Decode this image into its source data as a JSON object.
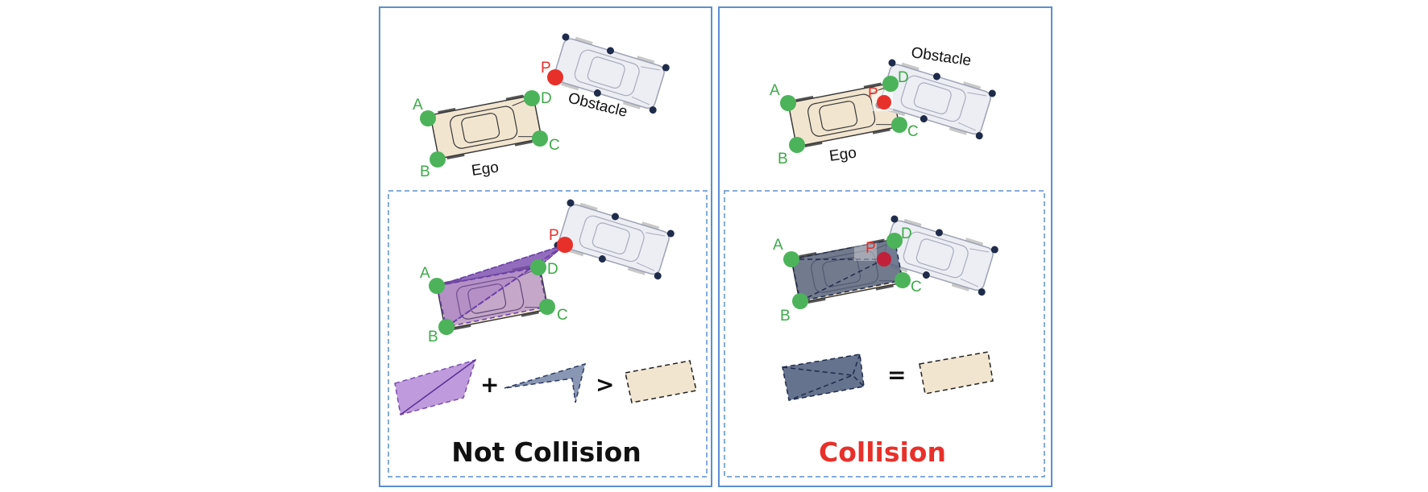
{
  "panels": {
    "left": {
      "top": {
        "ego_corners": [
          "A",
          "B",
          "C",
          "D"
        ],
        "point": "P",
        "obstacle": "Obstacle",
        "ego": "Ego"
      },
      "bottom": {
        "ego_corners": [
          "A",
          "B",
          "C",
          "D"
        ],
        "point": "P",
        "ops": [
          "+",
          ">"
        ],
        "result": "Not Collision"
      }
    },
    "right": {
      "top": {
        "ego_corners": [
          "A",
          "B",
          "C",
          "D"
        ],
        "point": "P",
        "obstacle": "Obstacle",
        "ego": "Ego"
      },
      "bottom": {
        "ego_corners": [
          "A",
          "B",
          "C",
          "D"
        ],
        "point": "P",
        "ops": [
          "="
        ],
        "result": "Collision"
      }
    }
  },
  "colors": {
    "corner_green": "#4cb35a",
    "point_red": "#e8302a",
    "panel_border": "#5b8fd0",
    "purple_area": "#8e5cc0",
    "slate_area": "#5c6a86",
    "ego_car": "#f2e5cf",
    "obstacle_car": "#eceef4",
    "collision_text": "#e8302a"
  }
}
